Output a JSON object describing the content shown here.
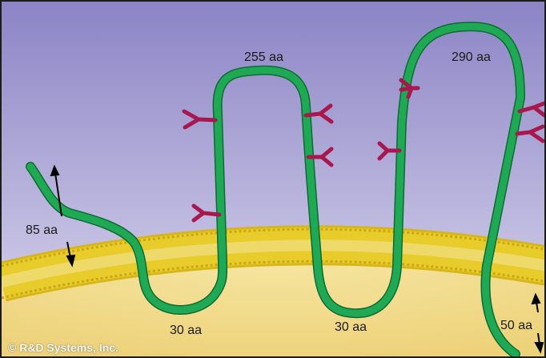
{
  "diagram": {
    "labels": {
      "loop1": "255 aa",
      "loop2": "290 aa",
      "n_term": "85 aa",
      "intra1": "30 aa",
      "intra2": "30 aa",
      "c_term": "50 aa"
    },
    "copyright": "© R&D Systems, Inc.",
    "colors": {
      "sky_top": "#8b84c6",
      "sky_bottom": "#dcd9ee",
      "cytoplasm": "#f0d98a",
      "membrane": "#e0c020",
      "protein": "#1ea050",
      "glycan": "#a8174d"
    },
    "icons": [
      "glycosylation-site-icon",
      "length-arrow-icon"
    ]
  }
}
